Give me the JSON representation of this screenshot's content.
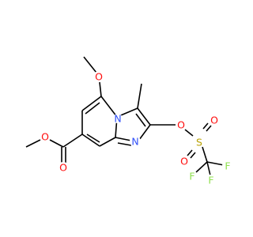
{
  "molecule": {
    "atoms": {
      "o_methoxy": "O",
      "n_ring": "N",
      "n_imine": "N",
      "o_triflate": "O",
      "s": "S",
      "o_s_upper": "O",
      "o_s_lower": "O",
      "f1": "F",
      "f2": "F",
      "f3": "F",
      "o_ester": "O",
      "o_carbonyl": "O"
    },
    "colors": {
      "oxygen": "#ff0d0d",
      "nitrogen": "#3050f8",
      "sulfur": "#b8a000",
      "fluorine": "#90e050",
      "carbon": "#000000"
    }
  }
}
